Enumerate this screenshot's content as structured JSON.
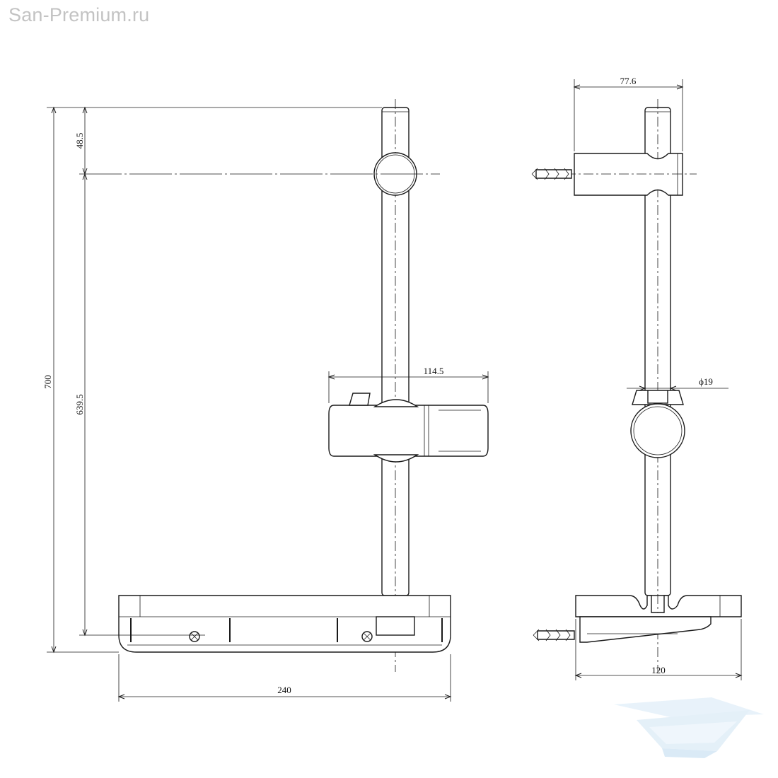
{
  "watermark": "San-Premium.ru",
  "dimensions": {
    "total_height": "700",
    "top_offset": "48.5",
    "bracket_spacing": "639.5",
    "holder_width": "114.5",
    "base_width": "240",
    "wall_offset": "77.6",
    "rod_diameter": "ϕ19",
    "base_depth": "120"
  },
  "colors": {
    "line": "#1a1a1a",
    "watermark_text": "#c3c3c3",
    "logo": "#cfe4f4"
  }
}
